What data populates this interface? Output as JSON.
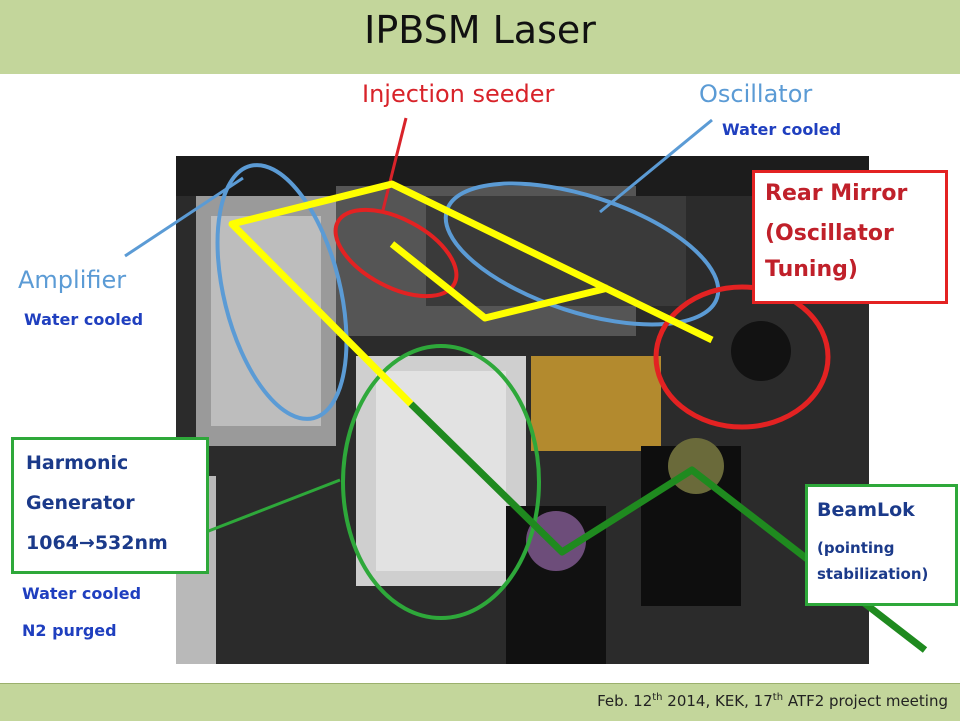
{
  "title": "IPBSM Laser",
  "footer": {
    "part1": "Feb. 12",
    "sup1": "th",
    "part2": " 2014, KEK, 17",
    "sup2": "th",
    "part3": " ATF2 project meeting"
  },
  "labels": {
    "injection_seeder": "Injection seeder",
    "oscillator": "Oscillator",
    "oscillator_note": "Water cooled",
    "amplifier": "Amplifier",
    "amplifier_note": "Water cooled",
    "harmonic_note1": "Water cooled",
    "harmonic_note2": "N2 purged"
  },
  "rear_mirror": {
    "line1": "Rear Mirror",
    "line2": "(Oscillator",
    "line3": "Tuning)"
  },
  "harmonic": {
    "line1": "Harmonic",
    "line2": "Generator",
    "line3_a": "1064",
    "line3_arrow": "→",
    "line3_b": "532nm"
  },
  "beamlok": {
    "title": "BeamLok",
    "line1": "(pointing",
    "line2": "stabilization)"
  },
  "colors": {
    "title_bar": "#c3d69b",
    "ir_beam": "#ffff00",
    "green_beam": "#1f8a1f",
    "red_marker": "#e32222",
    "blue_marker": "#5b9bd5",
    "green_marker": "#2ea83a"
  }
}
